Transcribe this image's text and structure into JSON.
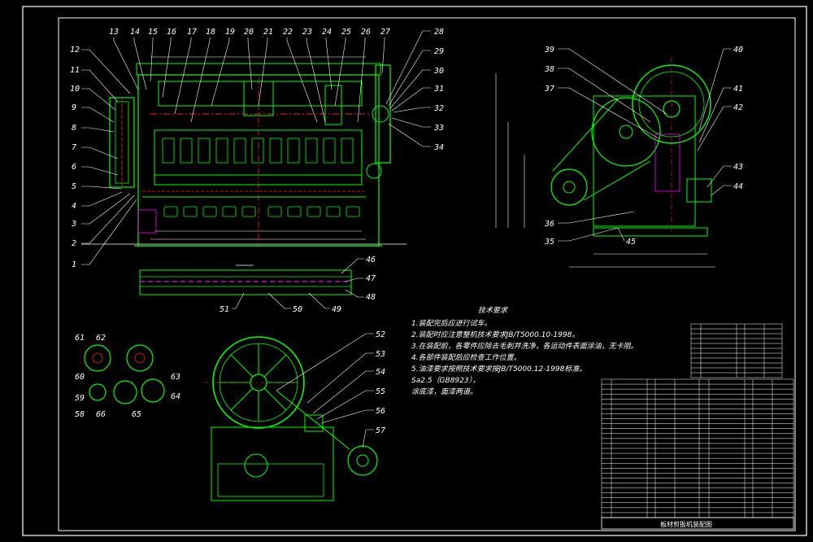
{
  "drawing": {
    "colors": {
      "background": "#000000",
      "frame": "#ffffff",
      "outline": "#00ff00",
      "center": "#ff2a2a",
      "accent": "#00ffff",
      "hatch": "#ff00ff",
      "text": "#ffffff"
    },
    "title_block_name": "板材剪扳机装配图",
    "tech_title": "技术要求",
    "tech_lines": [
      "1.装配完后应进行试车。",
      "2.装配时应注意整机技术要求JB/T5000.10-1998。",
      "3.在装配前，各零件应除去毛刺并洗净，各运动件表面涂油，无卡阻。",
      "4.各部件装配后应检查工作位置。",
      "5.油漆要求按照技术要求按JB/T5000.12-1998标准。",
      "Sa2.5（GB8923），",
      "涂底漆，面漆两道。"
    ],
    "balloons_main": [
      "1",
      "2",
      "3",
      "4",
      "5",
      "6",
      "7",
      "8",
      "9",
      "10",
      "11",
      "12",
      "13",
      "14",
      "15",
      "16",
      "17",
      "18",
      "19",
      "20",
      "21",
      "22",
      "23",
      "24",
      "25",
      "26",
      "27",
      "28",
      "29",
      "30",
      "31",
      "32",
      "33",
      "34"
    ],
    "balloons_side": [
      "35",
      "36",
      "37",
      "38",
      "39",
      "40",
      "41",
      "42",
      "43",
      "44",
      "45"
    ],
    "balloons_strip": [
      "46",
      "47",
      "48",
      "49",
      "50",
      "51"
    ],
    "balloons_front": [
      "52",
      "53",
      "54",
      "55",
      "56",
      "57"
    ],
    "balloons_detail": [
      "58",
      "59",
      "60",
      "61",
      "62",
      "63",
      "64",
      "65",
      "66"
    ]
  }
}
